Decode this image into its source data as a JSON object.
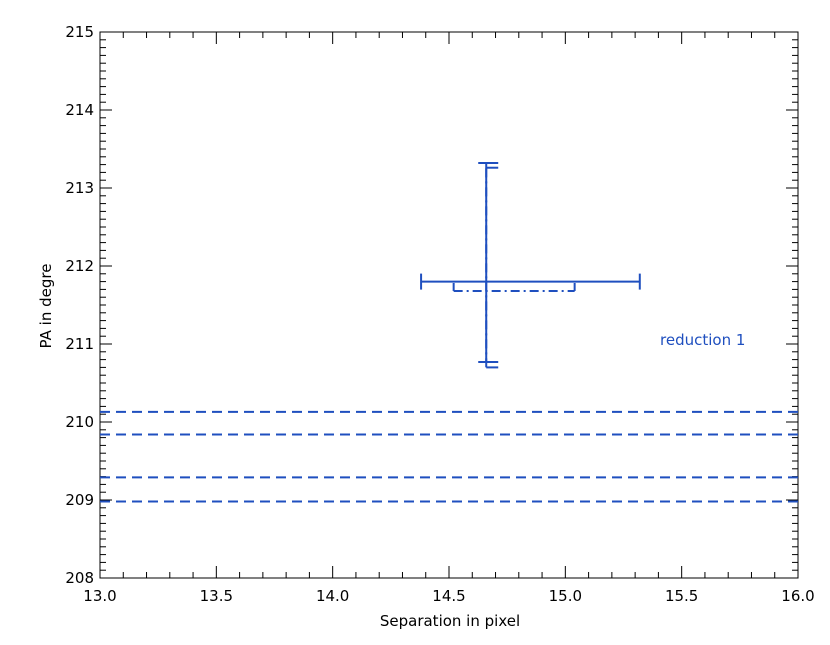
{
  "chart_data": {
    "type": "scatter",
    "title": "",
    "xlabel": "Separation in pixel",
    "ylabel": "PA in degre",
    "xlim": [
      13.0,
      16.0
    ],
    "ylim": [
      208.0,
      215.0
    ],
    "xticks": [
      "13.0",
      "13.5",
      "14.0",
      "14.5",
      "15.0",
      "15.5",
      "16.0"
    ],
    "yticks": [
      "208",
      "209",
      "210",
      "211",
      "212",
      "213",
      "214",
      "215"
    ],
    "grid": false,
    "legend": "none",
    "color": "#1f4fbf",
    "annotation": "reduction 1",
    "points": [
      {
        "x": 14.66,
        "y": 211.8,
        "style": "solid",
        "x_range": [
          14.38,
          15.32
        ],
        "y_range": [
          210.77,
          213.32
        ]
      },
      {
        "x": 14.66,
        "y": 211.68,
        "style": "dashdot",
        "x_range": [
          14.52,
          15.04
        ],
        "y_range": [
          210.7,
          213.26
        ]
      }
    ],
    "horizontal_lines": [
      {
        "y": 210.13,
        "style": "dashed"
      },
      {
        "y": 209.84,
        "style": "dashed"
      },
      {
        "y": 209.29,
        "style": "dashed"
      },
      {
        "y": 208.98,
        "style": "dashed"
      }
    ]
  }
}
